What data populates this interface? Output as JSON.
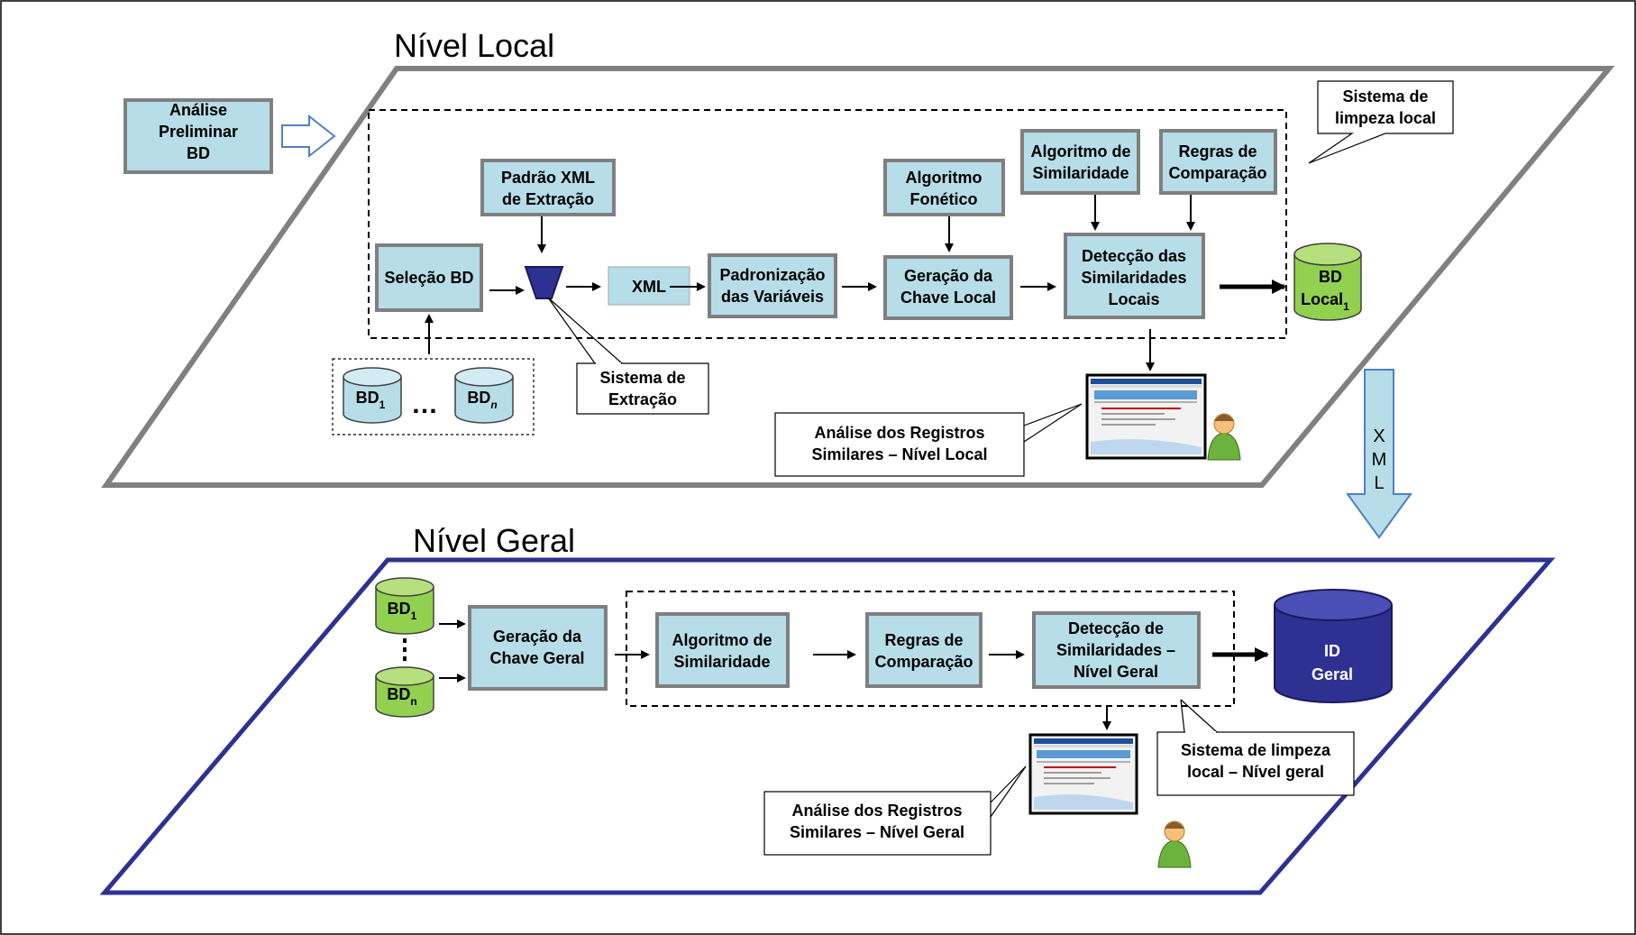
{
  "levels": {
    "local_title": "Nível Local",
    "geral_title": "Nível Geral"
  },
  "local": {
    "analise_preliminar": [
      "Análise",
      "Preliminar",
      "BD"
    ],
    "padrao_xml": [
      "Padrão XML",
      "de Extração"
    ],
    "selecao_bd": [
      "Seleção BD"
    ],
    "xml_box": [
      "XML"
    ],
    "padronizacao": [
      "Padronização",
      "das Variáveis"
    ],
    "algoritmo_fonetico": [
      "Algoritmo",
      "Fonético"
    ],
    "geracao_chave_local": [
      "Geração da",
      "Chave Local"
    ],
    "algoritmo_similaridade": [
      "Algoritmo de",
      "Similaridade"
    ],
    "regras_comparacao": [
      "Regras de",
      "Comparação"
    ],
    "deteccao_similaridades": [
      "Detecção das",
      "Similaridades",
      "Locais"
    ],
    "bd_local_label": "BD",
    "bd_local_sub_base": "Local",
    "bd_local_subscript": "1",
    "sistema_limpeza_local": [
      "Sistema de",
      "limpeza local"
    ],
    "sistema_extracao": [
      "Sistema de",
      "Extração"
    ],
    "analise_registros": [
      "Análise dos Registros",
      "Similares – Nível Local"
    ],
    "bd_1_base": "BD",
    "bd_1_sub": "1",
    "bd_n_base": "BD",
    "bd_n_sub": "n",
    "ellipsis": "…"
  },
  "transfer": {
    "letters": [
      "X",
      "M",
      "L"
    ]
  },
  "geral": {
    "bd_1_base": "BD",
    "bd_1_sub": "1",
    "bd_n_base": "BD",
    "bd_n_sub": "n",
    "geracao_chave_geral": [
      "Geração da",
      "Chave Geral"
    ],
    "algoritmo_similaridade": [
      "Algoritmo de",
      "Similaridade"
    ],
    "regras_comparacao": [
      "Regras de",
      "Comparação"
    ],
    "deteccao_similaridades": [
      "Detecção de",
      "Similaridades –",
      "Nível Geral"
    ],
    "id_geral": [
      "ID",
      "Geral"
    ],
    "sistema_limpeza": [
      "Sistema de limpeza",
      "local – Nível geral"
    ],
    "analise_registros": [
      "Análise dos Registros",
      "Similares – Nível Geral"
    ]
  },
  "colors": {
    "box_fill": "#b7dde8",
    "box_stroke": "#7f7f7f",
    "local_frame": "#808080",
    "geral_frame": "#2e3192",
    "db_green": "#92d050",
    "db_green_dark": "#6ea033",
    "db_blue": "#2e3192",
    "extract_funnel": "#2e3192",
    "db_light": "#b7dde8"
  }
}
